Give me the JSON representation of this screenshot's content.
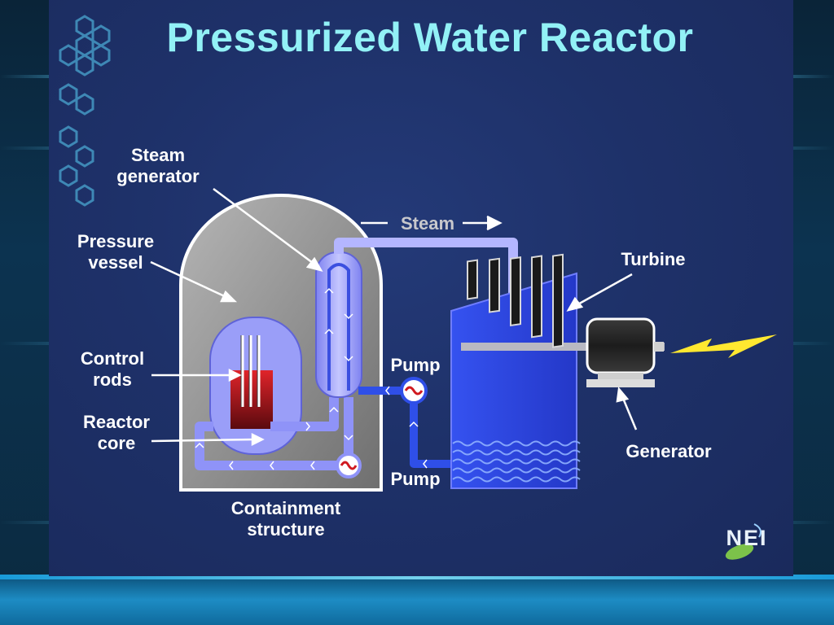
{
  "slide": {
    "title": "Pressurized Water Reactor"
  },
  "labels": {
    "steam_generator_line1": "Steam",
    "steam_generator_line2": "generator",
    "pressure_vessel_line1": "Pressure",
    "pressure_vessel_line2": "vessel",
    "control_rods_line1": "Control",
    "control_rods_line2": "rods",
    "reactor_core_line1": "Reactor",
    "reactor_core_line2": "core",
    "containment_line1": "Containment",
    "containment_line2": "structure",
    "steam": "Steam",
    "turbine": "Turbine",
    "pump_upper": "Pump",
    "pump_lower": "Pump",
    "generator": "Generator"
  },
  "logo": {
    "text": "NEI"
  },
  "colors": {
    "title": "#92f1f6",
    "primary_loop": "#8f93f8",
    "secondary_loop": "#2f4fe8",
    "containment": "#9b9b9b",
    "core": "#b8191b",
    "lightning": "#ffe830"
  }
}
